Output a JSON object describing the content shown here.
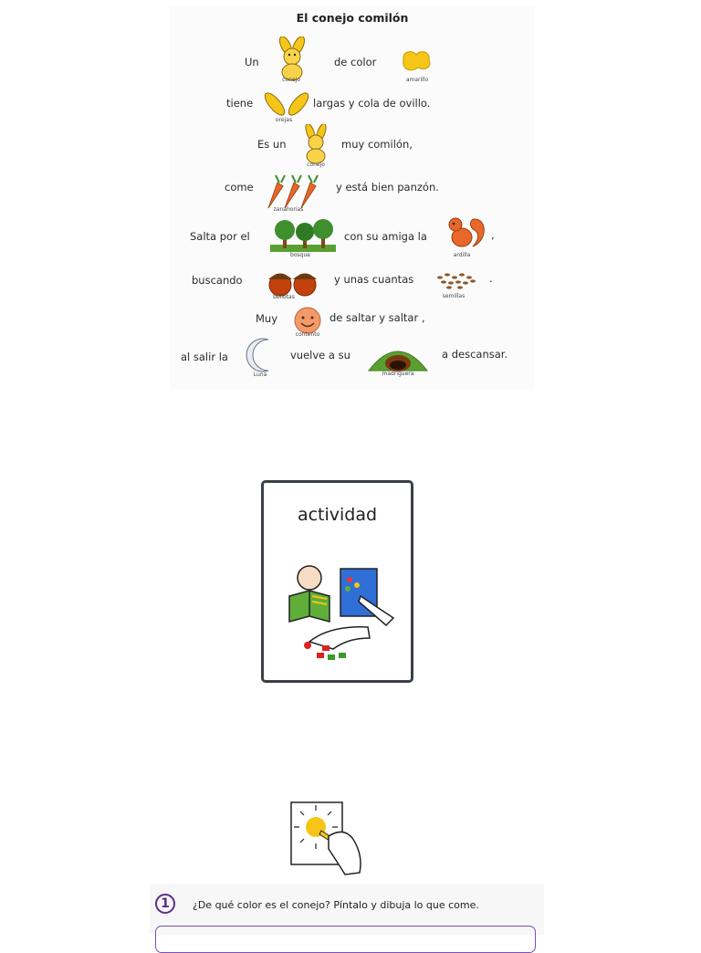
{
  "poem": {
    "title": "El conejo comilón",
    "lines": [
      {
        "a": "Un",
        "b": "de color",
        "cap1": "conejo",
        "cap2": "amarillo"
      },
      {
        "a": "tiene",
        "b": "largas  y cola de ovillo.",
        "cap1": "orejas"
      },
      {
        "a": "Es un",
        "b": "muy comilón,",
        "cap1": "conejo"
      },
      {
        "a": "come",
        "b": "y está bien panzón.",
        "cap1": "zanahorias"
      },
      {
        "a": "Salta por el",
        "b": "con su amiga la",
        "c": ",",
        "cap1": "bosque",
        "cap2": "ardilla"
      },
      {
        "a": "buscando",
        "b": "y unas cuantas",
        "c": ".",
        "cap1": "bellotas",
        "cap2": "semillas"
      },
      {
        "a": "Muy",
        "b": "de saltar y saltar ,",
        "cap1": "contento"
      },
      {
        "a": "al salir la",
        "b": "vuelve a su",
        "c": "a descansar.",
        "cap1": "Luna",
        "cap2": "madriguera"
      }
    ]
  },
  "activity": {
    "title": "actividad"
  },
  "exercise": {
    "number": "1",
    "question": "¿De qué color es el conejo? Píntalo y dibuja lo que come."
  },
  "colors": {
    "purple": "#5b2d8c",
    "yellow": "#f5c518",
    "orange": "#e8682a",
    "green": "#3f8f2f"
  }
}
